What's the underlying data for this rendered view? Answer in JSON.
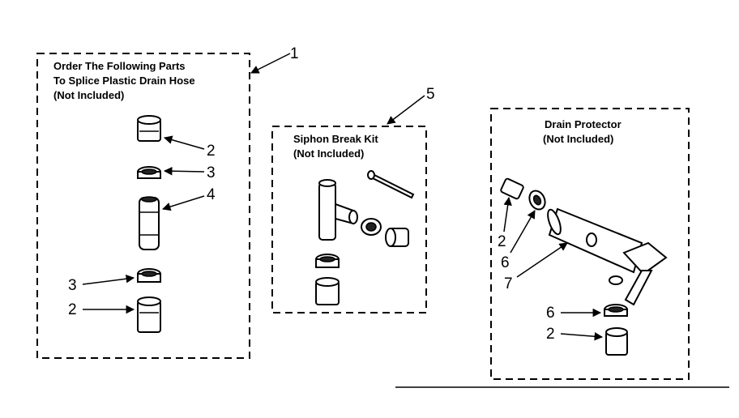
{
  "kits": [
    {
      "callout": "1",
      "title_lines": [
        "Order The Following Parts",
        "To Splice Plastic Drain Hose",
        "(Not Included)"
      ]
    },
    {
      "callout": "5",
      "title_lines": [
        "Siphon Break Kit",
        "(Not Included)"
      ]
    },
    {
      "callout": "",
      "title_lines": [
        "Drain Protector",
        "(Not Included)"
      ]
    }
  ],
  "part_labels": {
    "kit1": [
      "2",
      "3",
      "4",
      "3",
      "2"
    ],
    "kit3": [
      "2",
      "6",
      "7",
      "6",
      "2"
    ]
  }
}
